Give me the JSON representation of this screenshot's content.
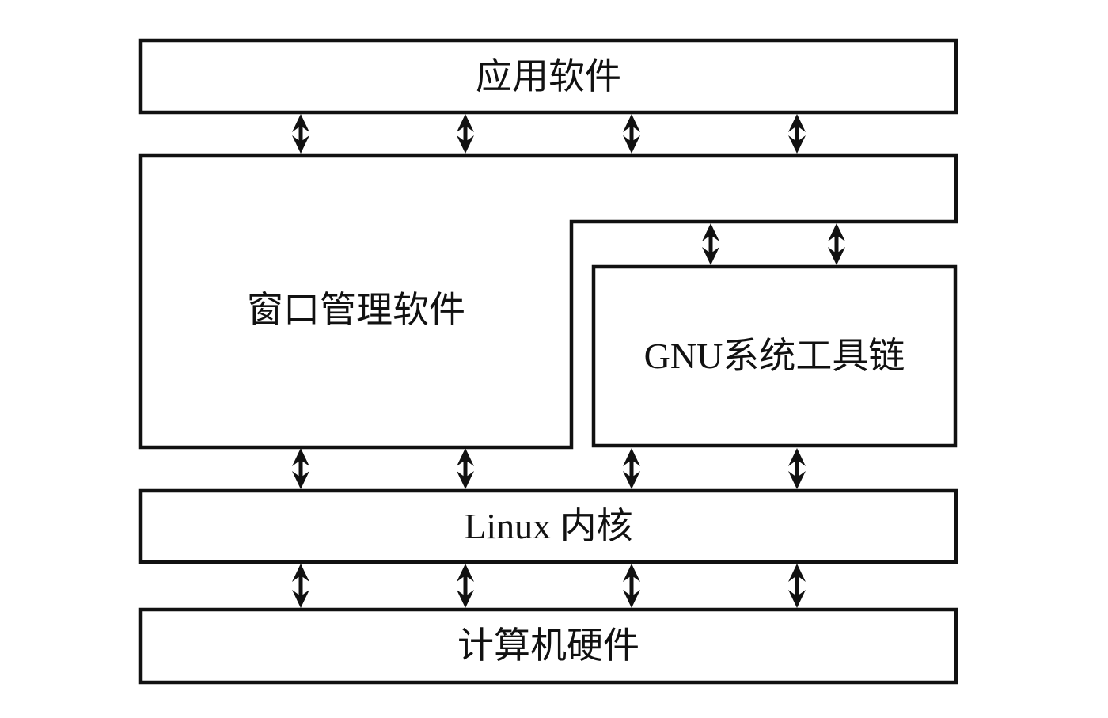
{
  "diagram": {
    "description": "Linux system architecture layer diagram",
    "colors": {
      "background": "#ffffff",
      "line": "#111111",
      "text": "#111111"
    },
    "boxes": {
      "application": {
        "label": "应用软件"
      },
      "window_manager": {
        "label": "窗口管理软件"
      },
      "gnu_toolchain": {
        "label": "GNU系统工具链"
      },
      "linux_kernel": {
        "label": "Linux 内核"
      },
      "hardware": {
        "label": "计算机硬件"
      }
    },
    "arrows": {
      "style": "double-headed vertical",
      "count": 14
    }
  }
}
